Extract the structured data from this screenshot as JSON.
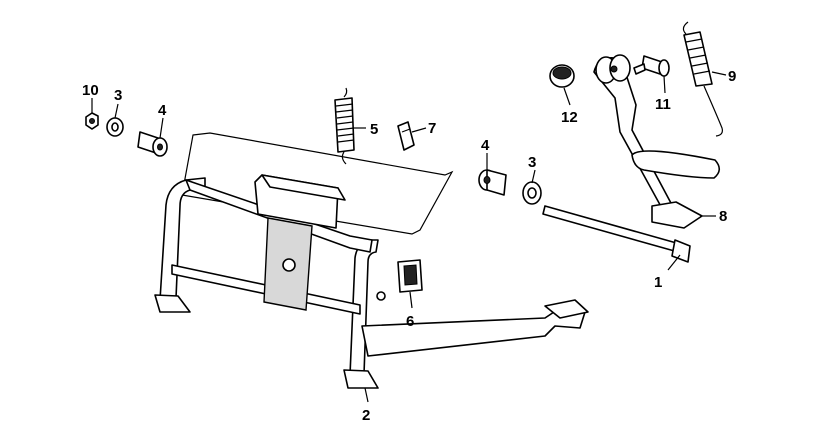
{
  "diagram": {
    "callouts": [
      {
        "id": "c1",
        "text": "1"
      },
      {
        "id": "c2",
        "text": "2"
      },
      {
        "id": "c3a",
        "text": "3"
      },
      {
        "id": "c3b",
        "text": "3"
      },
      {
        "id": "c4a",
        "text": "4"
      },
      {
        "id": "c4b",
        "text": "4"
      },
      {
        "id": "c5",
        "text": "5"
      },
      {
        "id": "c6",
        "text": "6"
      },
      {
        "id": "c7",
        "text": "7"
      },
      {
        "id": "c8",
        "text": "8"
      },
      {
        "id": "c9",
        "text": "9"
      },
      {
        "id": "c10",
        "text": "10"
      },
      {
        "id": "c11",
        "text": "11"
      },
      {
        "id": "c12",
        "text": "12"
      }
    ]
  }
}
